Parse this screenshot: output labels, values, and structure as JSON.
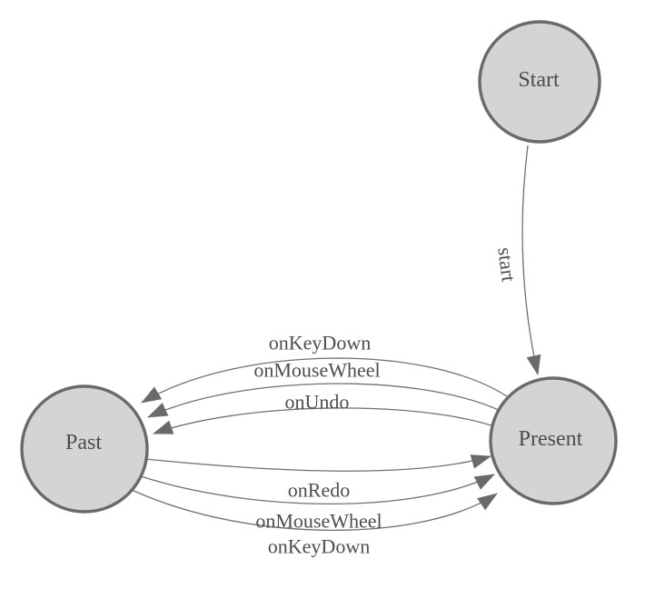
{
  "diagram": {
    "type": "finite-state-machine",
    "colors": {
      "background": "#ffffff",
      "node_fill": "#d4d4d4",
      "node_stroke": "#6a6a6a",
      "edge_stroke": "#707070",
      "arrow_fill": "#6a6a6a",
      "text": "#4d4d4d"
    },
    "nodes": [
      {
        "id": "start",
        "label": "Start"
      },
      {
        "id": "present",
        "label": "Present"
      },
      {
        "id": "past",
        "label": "Past"
      }
    ],
    "edges": [
      {
        "id": "start-to-present",
        "from": "Start",
        "to": "Present",
        "label": "start"
      },
      {
        "id": "present-to-past-onkeydown",
        "from": "Present",
        "to": "Past",
        "label": "onKeyDown"
      },
      {
        "id": "present-to-past-onmousewheel",
        "from": "Present",
        "to": "Past",
        "label": "onMouseWheel"
      },
      {
        "id": "present-to-past-onundo",
        "from": "Present",
        "to": "Past",
        "label": "onUndo"
      },
      {
        "id": "past-to-present-onredo",
        "from": "Past",
        "to": "Present",
        "label": "onRedo"
      },
      {
        "id": "past-to-present-onmousewheel",
        "from": "Past",
        "to": "Present",
        "label": "onMouseWheel"
      },
      {
        "id": "past-to-present-onkeydown",
        "from": "Past",
        "to": "Present",
        "label": "onKeyDown"
      }
    ]
  }
}
